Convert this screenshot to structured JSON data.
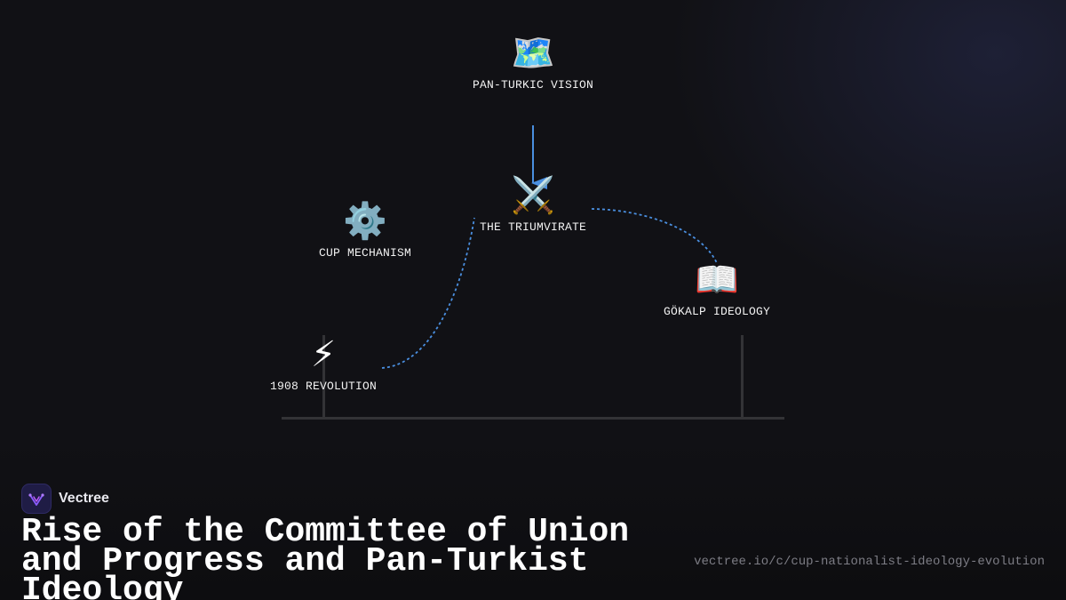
{
  "diagram": {
    "nodes": [
      {
        "id": "pan-turkic-vision",
        "icon": "world-map-icon",
        "emoji": "🗺️",
        "label": "PAN-TURKIC VISION"
      },
      {
        "id": "the-triumvirate",
        "icon": "crossed-swords-icon",
        "emoji": "⚔️",
        "label": "THE TRIUMVIRATE"
      },
      {
        "id": "cup-mechanism",
        "icon": "gear-icon",
        "emoji": "⚙️",
        "label": "CUP MECHANISM"
      },
      {
        "id": "gokalp-ideology",
        "icon": "open-book-icon",
        "emoji": "📖",
        "label": "GÖKALP IDEOLOGY"
      },
      {
        "id": "1908-revolution",
        "icon": "lightning-icon",
        "emoji": "⚡",
        "label": "1908 REVOLUTION"
      }
    ],
    "edges": [
      {
        "from": "pan-turkic-vision",
        "to": "the-triumvirate",
        "style": "solid-arrow"
      },
      {
        "from": "1908-revolution",
        "to": "the-triumvirate",
        "style": "dashed"
      },
      {
        "from": "the-triumvirate",
        "to": "gokalp-ideology",
        "style": "dashed"
      }
    ],
    "colors": {
      "edge": "#4a8fe0",
      "axis": "#333336",
      "background": "#111115"
    }
  },
  "brand": {
    "name": "Vectree",
    "logo_icon": "vectree-logo-icon"
  },
  "title": "Rise of the Committee of Union and Progress and Pan-Turkist Ideology",
  "url": "vectree.io/c/cup-nationalist-ideology-evolution"
}
